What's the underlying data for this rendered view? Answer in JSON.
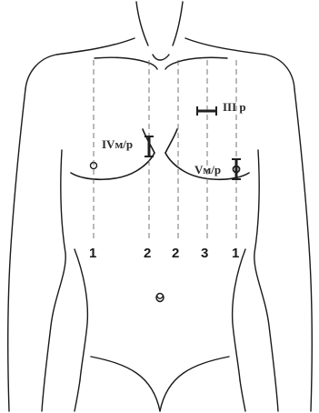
{
  "lines": [
    {
      "id": "line-1-right",
      "label": "1"
    },
    {
      "id": "line-2-right",
      "label": "2"
    },
    {
      "id": "line-2-left",
      "label": "2"
    },
    {
      "id": "line-3-left",
      "label": "3"
    },
    {
      "id": "line-1-left",
      "label": "1"
    }
  ],
  "markers": {
    "third_rib": {
      "label": "III р"
    },
    "fourth_intercostal": {
      "label": "IVм/р"
    },
    "fifth_intercostal": {
      "label": "Vм/р"
    }
  },
  "colors": {
    "outline": "#1a1a1a",
    "guide": "#666666",
    "marker": "#1f1f1f"
  }
}
